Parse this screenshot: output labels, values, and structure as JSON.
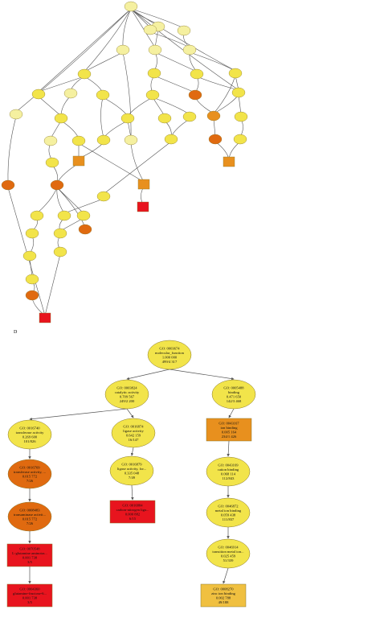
{
  "panels": {
    "lower_label": "D"
  },
  "colors": {
    "pale_yellow": "#f5f0a0",
    "yellow": "#f2e44a",
    "light_orange": "#f0c040",
    "orange": "#e8901e",
    "dark_orange": "#e06a10",
    "red": "#e8141e",
    "edge": "#555555",
    "node_stroke": "#8a7a30"
  },
  "nodes_d": {
    "mf": {
      "id": "GO: 0003674",
      "name": "molecular_function",
      "score": "1.000 000",
      "counts": "499/4 317",
      "color": "yellow"
    },
    "catalytic": {
      "id": "GO: 0003824",
      "name": "catalytic activity",
      "score": "0.709 567",
      "counts": "249/2 200",
      "color": "yellow"
    },
    "binding": {
      "id": "GO: 0005488",
      "name": "binding",
      "score": "0.471 650",
      "counts": "142/3 468",
      "color": "yellow"
    },
    "transferase": {
      "id": "GO: 0016740",
      "name": "transferase activity",
      "score": "0.269 600",
      "counts": "101/826",
      "color": "yellow"
    },
    "ligase": {
      "id": "GO: 0016874",
      "name": "ligase activity",
      "score": "0.642 159",
      "counts": "16/147",
      "color": "yellow"
    },
    "ion_binding": {
      "id": "GO: 0043167",
      "name": "ion binding",
      "score": "0.005 164",
      "counts": "234/1 426",
      "color": "orange"
    },
    "transferase2": {
      "id": "GO: 0016769",
      "name": "transferase activity, ...",
      "score": "0.015 772",
      "counts": "7/26",
      "color": "dark_orange"
    },
    "ligase2": {
      "id": "GO: 0016879",
      "name": "ligase activity, for...",
      "score": "0.335 048",
      "counts": "7/49",
      "color": "yellow"
    },
    "cation_binding": {
      "id": "GO: 0043169",
      "name": "cation binding",
      "score": "0.068 114",
      "counts": "112/843",
      "color": "yellow"
    },
    "transaminase": {
      "id": "GO: 0008483",
      "name": "transaminase activit...",
      "score": "0.015 772",
      "counts": "7/26",
      "color": "dark_orange"
    },
    "ligase3": {
      "id": "GO: 0016884",
      "name": "carbon-nitrogen liga...",
      "score": "0.000 882",
      "counts": "6/15",
      "color": "red"
    },
    "metal_ion": {
      "id": "GO: 0046872",
      "name": "metal ion binding",
      "score": "0.059 438",
      "counts": "111/837",
      "color": "yellow"
    },
    "glutamine1": {
      "id": "GO: 0070548",
      "name": "L-glutamine aminotra...",
      "score": "0.001 738",
      "counts": "3/5",
      "color": "red"
    },
    "transition": {
      "id": "GO: 0046914",
      "name": "transition metal ion...",
      "score": "0.025 459",
      "counts": "51/339",
      "color": "yellow"
    },
    "glutamine2": {
      "id": "GO: 0004360",
      "name": "glutamine-fructose-6...",
      "score": "0.001 738",
      "counts": "3/5",
      "color": "red"
    },
    "zinc": {
      "id": "GO: 0008270",
      "name": "zinc ion binding",
      "score": "0.002 788",
      "counts": "49/188",
      "color": "light_orange"
    }
  }
}
